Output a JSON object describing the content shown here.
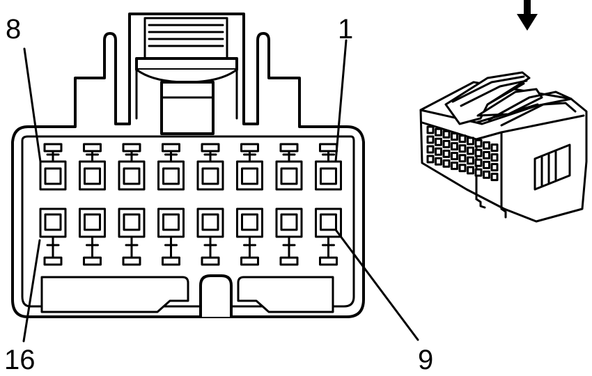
{
  "connector": {
    "pins_per_row": 8,
    "rows": 2,
    "labels": {
      "top_left": "8",
      "top_right": "1",
      "bottom_left": "16",
      "bottom_right": "9"
    }
  },
  "view_arrow": "down-arrow-icon",
  "inset": "connector-isometric-view"
}
